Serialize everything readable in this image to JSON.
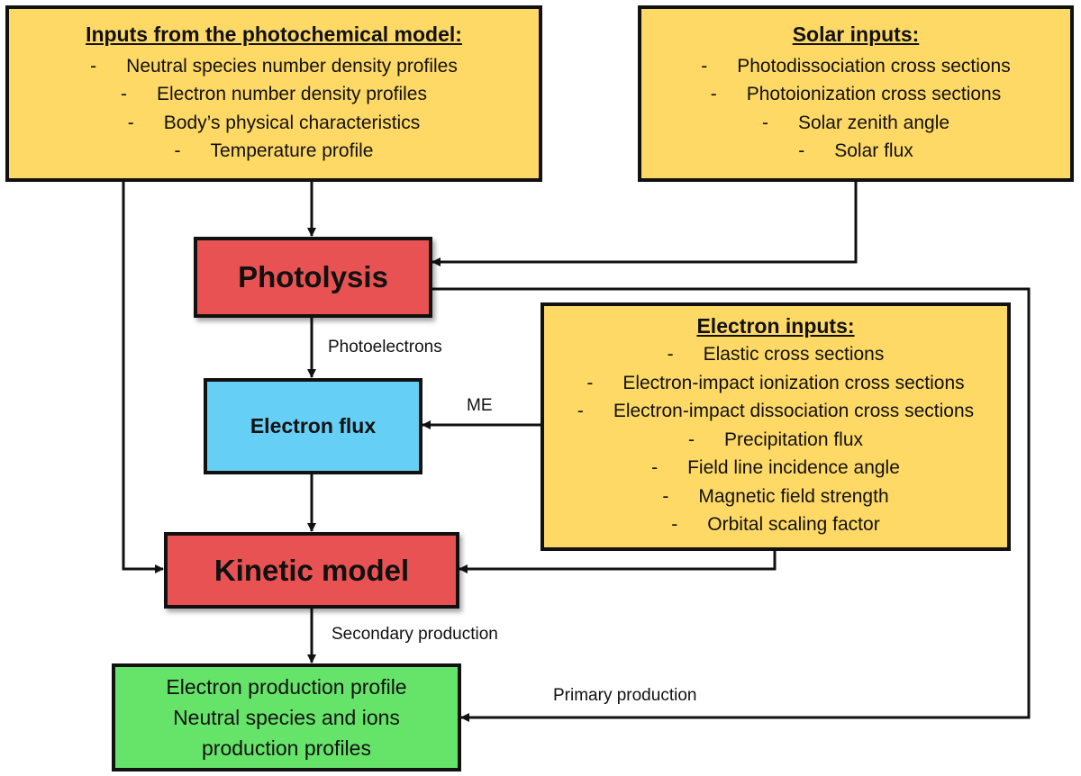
{
  "diagram": {
    "photochemical_inputs": {
      "title": "Inputs from the photochemical model:",
      "bullet": "-",
      "items": [
        "Neutral species number density profiles",
        "Electron number density profiles",
        "Body’s physical characteristics",
        "Temperature profile"
      ],
      "fill": "#ffd966"
    },
    "solar_inputs": {
      "title": "Solar inputs:",
      "bullet": "-",
      "items": [
        "Photodissociation cross sections",
        "Photoionization cross sections",
        "Solar zenith angle",
        "Solar flux"
      ],
      "fill": "#ffd966"
    },
    "photolysis": {
      "label": "Photolysis",
      "fill": "#e85252"
    },
    "electron_flux": {
      "label": "Electron flux",
      "fill": "#66cff5"
    },
    "electron_inputs": {
      "title": "Electron inputs:",
      "bullet": "-",
      "items": [
        "Elastic cross sections",
        "Electron-impact ionization cross sections",
        "Electron-impact dissociation cross sections",
        "Precipitation flux",
        "Field line incidence angle",
        "Magnetic field strength",
        "Orbital scaling factor"
      ],
      "fill": "#ffd966"
    },
    "kinetic_model": {
      "label": "Kinetic model",
      "fill": "#e85252"
    },
    "outputs": {
      "lines": [
        "Electron production profile",
        "Neutral species and ions",
        "production profiles"
      ],
      "fill": "#66e46a"
    },
    "edge_labels": {
      "photoelectrons": "Photoelectrons",
      "me": "ME",
      "secondary_production": "Secondary production",
      "primary_production": "Primary production"
    },
    "edges": [
      {
        "from": "photochemical_inputs",
        "to": "photolysis"
      },
      {
        "from": "photochemical_inputs",
        "to": "kinetic_model"
      },
      {
        "from": "solar_inputs",
        "to": "photolysis"
      },
      {
        "from": "photolysis",
        "to": "electron_flux",
        "label": "Photoelectrons"
      },
      {
        "from": "electron_inputs",
        "to": "electron_flux",
        "label": "ME"
      },
      {
        "from": "electron_flux",
        "to": "kinetic_model"
      },
      {
        "from": "electron_inputs",
        "to": "kinetic_model"
      },
      {
        "from": "kinetic_model",
        "to": "outputs",
        "label": "Secondary production"
      },
      {
        "from": "photolysis",
        "to": "outputs",
        "label": "Primary production"
      }
    ]
  }
}
